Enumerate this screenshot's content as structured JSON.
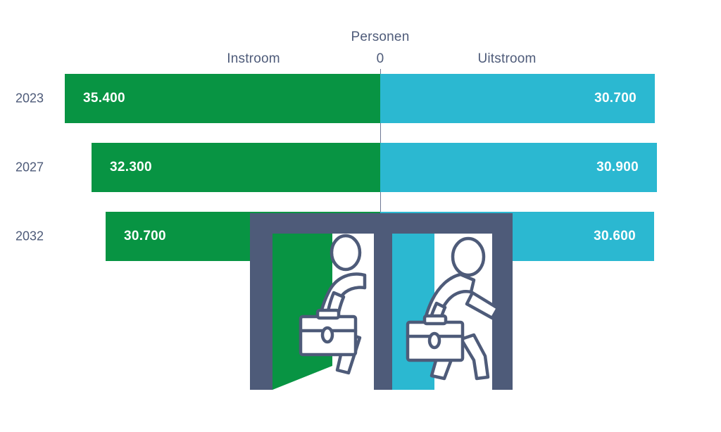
{
  "header": {
    "center_title": "Personen",
    "zero_label": "0",
    "left_label": "Instroom",
    "right_label": "Uitstroom"
  },
  "colors": {
    "inflow": "#089443",
    "outflow": "#2BB8D1",
    "slate": "#4E5B79",
    "background": "#FFFFFF"
  },
  "rows": [
    {
      "year": "2023",
      "inflow_label": "35.400",
      "outflow_label": "30.700"
    },
    {
      "year": "2027",
      "inflow_label": "32.300",
      "outflow_label": "30.900"
    },
    {
      "year": "2032",
      "inflow_label": "30.700",
      "outflow_label": "30.600"
    }
  ],
  "illustration": {
    "name": "doorway-with-two-business-figures",
    "left_door_color": "#089443",
    "right_door_color": "#2BB8D1",
    "frame_color": "#4E5B79"
  },
  "chart_data": {
    "type": "bar",
    "title": "Personen",
    "subtitle": "",
    "orientation": "horizontal-diverging",
    "categories": [
      "2023",
      "2027",
      "2032"
    ],
    "series": [
      {
        "name": "Instroom",
        "values": [
          35400,
          32300,
          30700
        ],
        "color": "#089443",
        "direction": "left"
      },
      {
        "name": "Uitstroom",
        "values": [
          30700,
          30900,
          30600
        ],
        "color": "#2BB8D1",
        "direction": "right"
      }
    ],
    "data_labels": {
      "Instroom": [
        "35.400",
        "32.300",
        "30.700"
      ],
      "Uitstroom": [
        "30.700",
        "30.900",
        "30.600"
      ]
    },
    "xlabel": "Personen",
    "ylabel": "",
    "axis_center_label": "0",
    "grid": false,
    "legend": "top",
    "legend_entries": [
      "Instroom",
      "Uitstroom"
    ]
  }
}
